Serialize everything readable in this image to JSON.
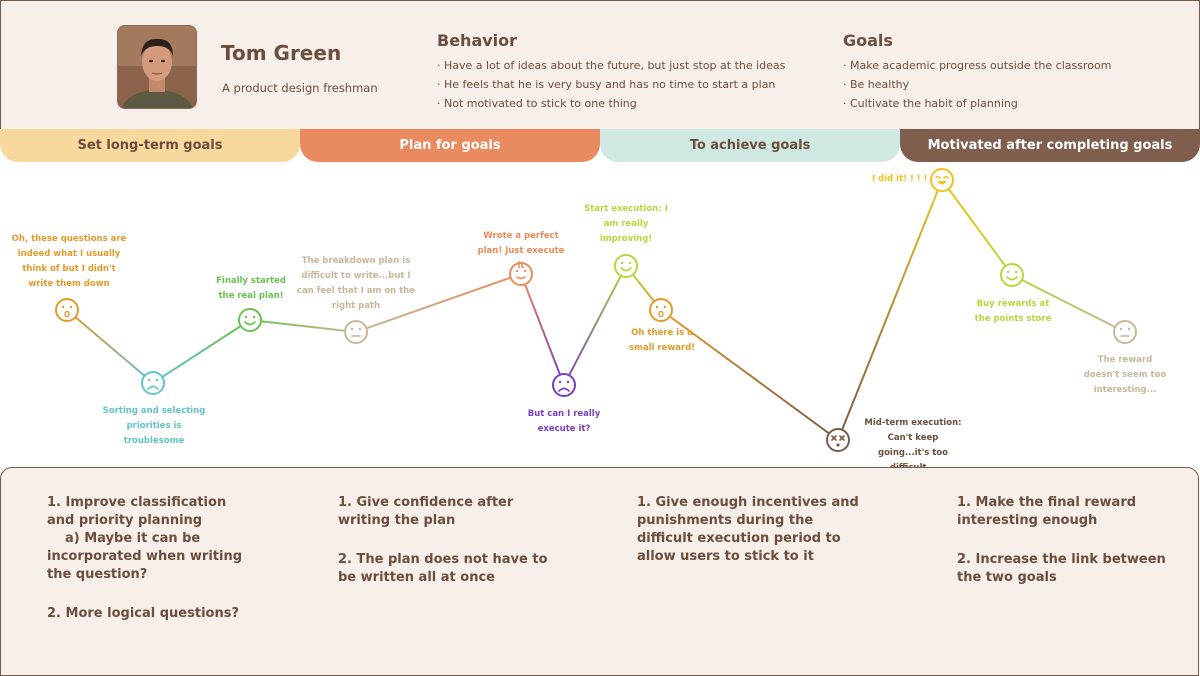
{
  "persona": {
    "name": "Tom Green",
    "role": "A product design freshman"
  },
  "behavior": {
    "title": "Behavior",
    "items": [
      "Have a lot of ideas about the future, but just stop at the ideas",
      "He feels that he is very busy and has no time to start a plan",
      "Not motivated to stick to one thing"
    ]
  },
  "goals": {
    "title": "Goals",
    "items": [
      "Make academic progress outside the classroom",
      "Be healthy",
      "Cultivate the habit of planning"
    ]
  },
  "stages": [
    {
      "label": "Set long-term goals",
      "bg": "#f7d99e",
      "fg": "#6b4e3d"
    },
    {
      "label": "Plan for goals",
      "bg": "#e98a5f",
      "fg": "#ffffff"
    },
    {
      "label": "To achieve goals",
      "bg": "#cfe8e2",
      "fg": "#6b4e3d"
    },
    {
      "label": "Motivated after completing goals",
      "bg": "#7f5e4e",
      "fg": "#ffffff"
    }
  ],
  "journey": [
    {
      "mood": "surprised",
      "color": "#e49a2a",
      "text": "Oh, these questions are indeed what I usually think of but I didn't write them down"
    },
    {
      "mood": "sad",
      "color": "#62c4c8",
      "text": "Sorting and selecting priorities is troublesome"
    },
    {
      "mood": "happy",
      "color": "#6bc251",
      "text": "Finally started the real plan!"
    },
    {
      "mood": "neutral",
      "color": "#c7b79b",
      "text": "The breakdown plan is difficult to write...but I can feel that I am on the right path"
    },
    {
      "mood": "smile",
      "color": "#ea8b5c",
      "text": "Wrote a perfect plan! Just execute it"
    },
    {
      "mood": "sad",
      "color": "#7a3fc4",
      "text": "But can I really execute it?"
    },
    {
      "mood": "happy",
      "color": "#b7d63e",
      "text": "Start execution: I am really improving!"
    },
    {
      "mood": "surprised",
      "color": "#e49a2a",
      "text": "Oh there is a small reward!"
    },
    {
      "mood": "dead",
      "color": "#7a5a48",
      "text": "Mid-term execution: Can't keep going...it's too difficult..."
    },
    {
      "mood": "laugh",
      "color": "#f2c21c",
      "text": "I did it! ! ! !"
    },
    {
      "mood": "happy",
      "color": "#b7d63e",
      "text": "Buy rewards at the points store"
    },
    {
      "mood": "neutral",
      "color": "#c7b79b",
      "text": "The reward doesn't seem too interesting..."
    }
  ],
  "insights": [
    {
      "lines": [
        "1. Improve classification and priority planning",
        "a) Maybe it can be incorporated when writing the question?",
        "",
        "2. More logical questions?"
      ]
    },
    {
      "lines": [
        "1. Give confidence after writing the plan",
        "",
        "2. The plan does not have to be written all at once"
      ]
    },
    {
      "lines": [
        "1. Give enough incentives and punishments during the difficult execution period to allow users to stick to it"
      ]
    },
    {
      "lines": [
        "1. Make the final reward interesting enough",
        "",
        "2. Increase the link between the two goals"
      ]
    }
  ]
}
